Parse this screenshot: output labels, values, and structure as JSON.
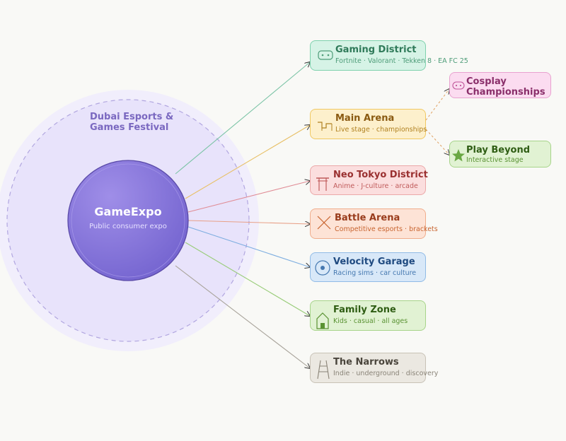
{
  "hub": {
    "title": "GameExpo",
    "subtitle": "Public consumer expo"
  },
  "group_label": {
    "line1": "Dubai Esports &",
    "line2": "Games Festival"
  },
  "zones": [
    {
      "id": "gaming",
      "title": "Gaming District",
      "subtitle": "Fortnite · Valorant · Tekken 8 · EA FC 25",
      "icon": "gamepad-icon",
      "bg": "#d6f3e6",
      "border": "#7ed1ad",
      "title_color": "#2f7a59",
      "sub_color": "#4d9c78",
      "line_color": "#7cc4a6"
    },
    {
      "id": "main",
      "title": "Main Arena",
      "subtitle": "Live stage · championships",
      "icon": "stage-icon",
      "bg": "#fdf0cc",
      "border": "#f0c862",
      "title_color": "#8a5a12",
      "sub_color": "#b0801f",
      "line_color": "#e8c067"
    },
    {
      "id": "neotokyo",
      "title": "Neo Tokyo District",
      "subtitle": "Anime · J-culture · arcade",
      "icon": "torii-icon",
      "bg": "#fbdede",
      "border": "#eba8a8",
      "title_color": "#9a3030",
      "sub_color": "#c05b5b",
      "line_color": "#e08c95"
    },
    {
      "id": "battle",
      "title": "Battle Arena",
      "subtitle": "Competitive esports · brackets",
      "icon": "crossed-swords-icon",
      "bg": "#fde3d6",
      "border": "#f0ad8c",
      "title_color": "#993c1c",
      "sub_color": "#c8642f",
      "line_color": "#e8a087"
    },
    {
      "id": "velocity",
      "title": "Velocity Garage",
      "subtitle": "Racing sims · car culture",
      "icon": "steering-wheel-icon",
      "bg": "#d8e8f8",
      "border": "#90bbe6",
      "title_color": "#1f4a80",
      "sub_color": "#4578b0",
      "line_color": "#7eaee0"
    },
    {
      "id": "family",
      "title": "Family Zone",
      "subtitle": "Kids · casual · all ages",
      "icon": "house-icon",
      "bg": "#e1f2d3",
      "border": "#a7d48a",
      "title_color": "#2f5d14",
      "sub_color": "#5a9233",
      "line_color": "#98cc78"
    },
    {
      "id": "narrows",
      "title": "The Narrows",
      "subtitle": "Indie · underground · discovery",
      "icon": "ladder-icon",
      "bg": "#ebe8e1",
      "border": "#c8c2b6",
      "title_color": "#4a453c",
      "sub_color": "#8a8478",
      "line_color": "#a8a39a"
    }
  ],
  "sub_zones": [
    {
      "id": "cosplay",
      "title_line1": "Cosplay",
      "title_line2": "Championships",
      "icon": "mask-icon",
      "bg": "#fbdcf0",
      "border": "#e8a1cf",
      "title_color": "#8a2f6a"
    },
    {
      "id": "playbeyond",
      "title": "Play Beyond",
      "subtitle": "Interactive stage",
      "icon": "star-icon",
      "bg": "#e1f2d3",
      "border": "#a7d48a",
      "title_color": "#2f5d14",
      "sub_color": "#5a9233"
    }
  ],
  "connector_colors": {
    "dashed": "#e0a060"
  }
}
